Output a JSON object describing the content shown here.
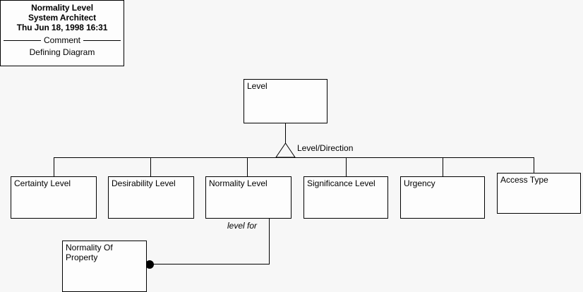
{
  "diagram": {
    "background_color": "#f7f7f7",
    "line_color": "#000000",
    "box_fill": "#fdfdfd",
    "title_block": {
      "name_line": "Normality Level",
      "tool_line": "System Architect",
      "date_line": "Thu Jun 18, 1998  16:31",
      "separator_label": "Comment",
      "comment_text": "Defining Diagram"
    },
    "superclass": {
      "label": "Level"
    },
    "generalization": {
      "discriminator_label": "Level/Direction",
      "notation": "triangle"
    },
    "subclasses": [
      {
        "label": "Certainty Level"
      },
      {
        "label": "Desirability Level"
      },
      {
        "label": "Normality Level"
      },
      {
        "label": "Significance Level"
      },
      {
        "label": "Urgency"
      },
      {
        "label": "Access Type"
      }
    ],
    "association": {
      "role_label": "level for",
      "source": "Normality Level",
      "target": "Normality Of Property",
      "end_marker": "filled-dot"
    },
    "related_class": {
      "label": "Normality Of\nProperty"
    }
  }
}
